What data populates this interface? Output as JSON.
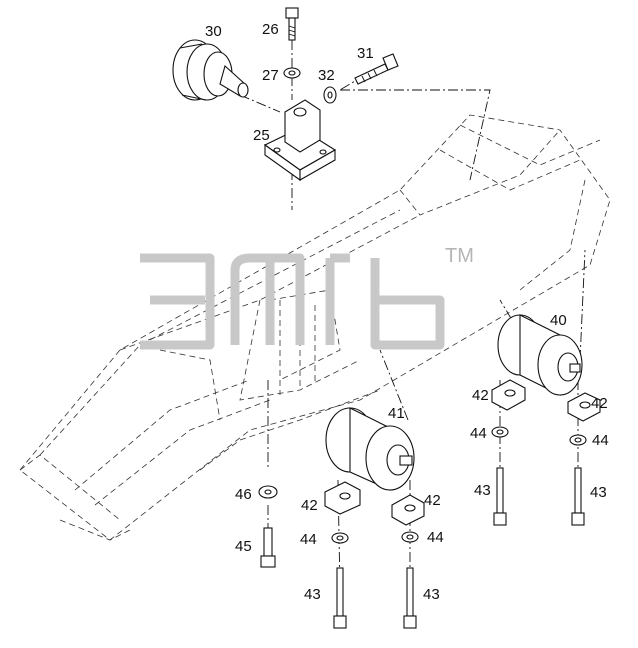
{
  "watermark": {
    "trademark": "TM"
  },
  "callouts": {
    "c25": "25",
    "c26": "26",
    "c27": "27",
    "c30": "30",
    "c31": "31",
    "c32": "32",
    "c40": "40",
    "c41": "41",
    "c42a": "42",
    "c42b": "42",
    "c42c": "42",
    "c42d": "42",
    "c43a": "43",
    "c43b": "43",
    "c43c": "43",
    "c43d": "43",
    "c44a": "44",
    "c44b": "44",
    "c44c": "44",
    "c44d": "44",
    "c45": "45",
    "c46": "46"
  }
}
